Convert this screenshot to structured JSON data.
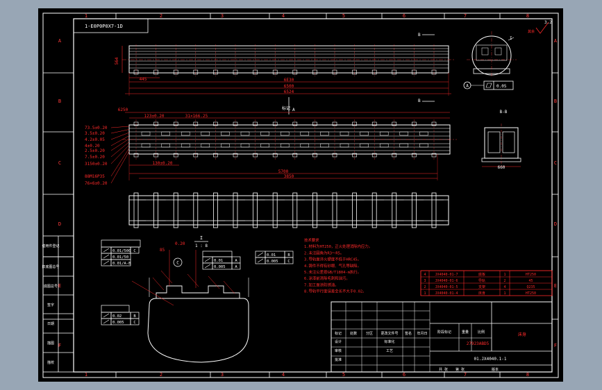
{
  "colors": {
    "viewport": "#98a6b5",
    "sheet": "#000000",
    "line": "#ffffff",
    "dim": "#ff2a2a",
    "center": "#ff3c3c"
  },
  "sheet": {
    "col_labels": [
      "1",
      "2",
      "3",
      "4",
      "5",
      "6",
      "7",
      "8"
    ],
    "row_labels": [
      "A",
      "B",
      "C",
      "D",
      "E",
      "F"
    ],
    "drawing_no_box": "1-E0P0P0X7-1D"
  },
  "front_view": {
    "dims": [
      "564",
      "445",
      "6E30",
      "6500",
      "6524"
    ],
    "section_mark": "B",
    "arrow_mark": "A"
  },
  "top_view": {
    "dims_top": [
      "6250",
      "123±0.20",
      "31×166.25"
    ],
    "dims_left": [
      "73.5±0.20",
      "3.5±0.20",
      "4.2±0.05",
      "4±0.20",
      "2.5±0.20",
      "7.5±0.20",
      "3150±0.20",
      "88M16P35",
      "76×6±0.20"
    ],
    "dims_bottom": [
      "130±0.20",
      "5700",
      "3850"
    ],
    "label": "标记"
  },
  "side_view": {
    "label": "I",
    "datum_a": "A",
    "flatness": "0.05"
  },
  "section_bb": {
    "label": "B-B",
    "dim": "660"
  },
  "detail_view": {
    "title": "I",
    "scale": "1 : 8",
    "dims": [
      "0.20",
      "85",
      "C"
    ],
    "fcf_left": [
      [
        "0.01/500",
        "C"
      ],
      [
        "0.01/50",
        ""
      ],
      [
        "0.01/A-B",
        ""
      ]
    ],
    "fcf_right1": [
      [
        "0.01",
        "A"
      ],
      [
        "0.005",
        "A"
      ]
    ],
    "fcf_right2": [
      [
        "0.01",
        "B"
      ],
      [
        "0.005",
        "C"
      ]
    ],
    "fcf_bottom": [
      [
        "0.02",
        "B"
      ],
      [
        "0.005",
        "C"
      ]
    ]
  },
  "roughness": {
    "value": "3.2",
    "note": "其余"
  },
  "tech_notes": [
    "技术要求",
    "1.材料为HT250，正火处理消除内应力。",
    "2.未注圆角为R3～R5。",
    "3.导轨面淬火硬度不低于HRC45。",
    "4.铸件不得有砂眼、气孔等缺陷。",
    "5.未注公差按GB/T1804-m执行。",
    "6.涂漆前清除毛刺和油污。",
    "7.加工面涂防锈油。",
    "8.导轨平行度误差全长不大于0.02。"
  ],
  "parts_list": [
    [
      "4",
      "JX4040-01-7",
      "底板",
      "1",
      "HT250"
    ],
    [
      "3",
      "JX4040-01-6",
      "导轨",
      "2",
      "45"
    ],
    [
      "2",
      "JX4040-01-5",
      "支架",
      "4",
      "Q235"
    ],
    [
      "1",
      "JX4040-01-4",
      "床身",
      "1",
      "HT250"
    ]
  ],
  "title_block": {
    "cells": [
      "标记",
      "处数",
      "分区",
      "更改文件号",
      "签名",
      "年月日",
      "设计",
      "标准化",
      "审核",
      "工艺",
      "批准"
    ],
    "stage_label": "阶段标记",
    "weight_label": "重量",
    "scale_label": "比例",
    "serial_number": "27923ABD5",
    "drawing_number": "01.JX4040.1-1",
    "part_name": "床身",
    "footer": [
      "共  张",
      "第  张",
      "版本"
    ]
  },
  "left_strip": [
    "借用件登记",
    "旧底图总号",
    "底图总号",
    "签字",
    "日期",
    "描图",
    "描校"
  ]
}
